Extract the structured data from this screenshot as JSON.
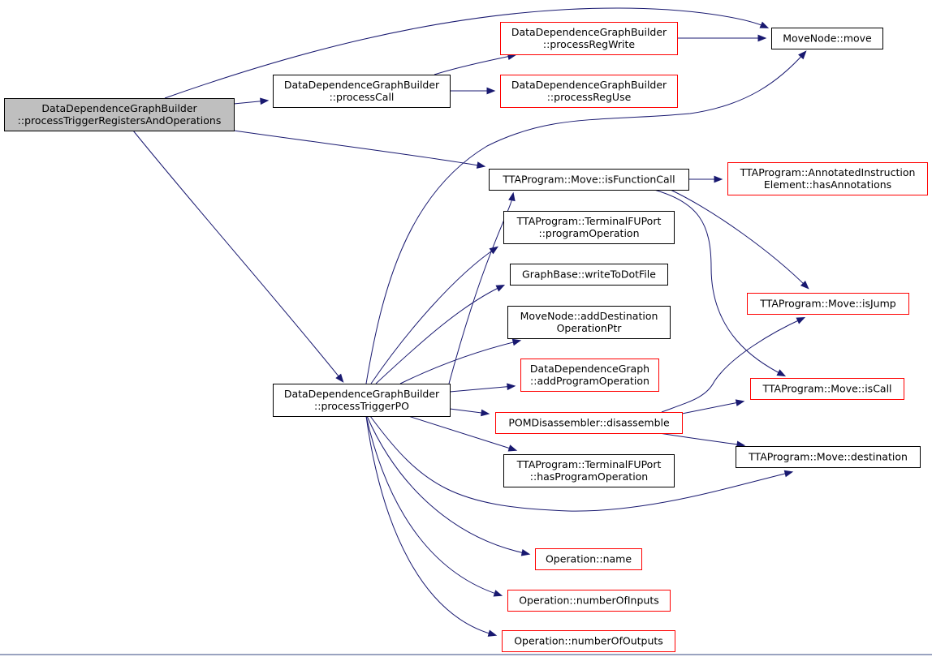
{
  "colors": {
    "edge": "#191970",
    "root_fill": "#bfbfbf",
    "border_black": "#000000",
    "border_red": "#ff0000",
    "background": "#ffffff"
  },
  "nodes": {
    "root": {
      "lines": [
        "DataDependenceGraphBuilder",
        "::processTriggerRegistersAndOperations"
      ],
      "style": "root"
    },
    "processCall": {
      "lines": [
        "DataDependenceGraphBuilder",
        "::processCall"
      ],
      "style": "black"
    },
    "processTriggerPO": {
      "lines": [
        "DataDependenceGraphBuilder",
        "::processTriggerPO"
      ],
      "style": "black"
    },
    "processRegWrite": {
      "lines": [
        "DataDependenceGraphBuilder",
        "::processRegWrite"
      ],
      "style": "red"
    },
    "processRegUse": {
      "lines": [
        "DataDependenceGraphBuilder",
        "::processRegUse"
      ],
      "style": "red"
    },
    "moveNodeMove": {
      "lines": [
        "MoveNode::move"
      ],
      "style": "black"
    },
    "isFunctionCall": {
      "lines": [
        "TTAProgram::Move::isFunctionCall"
      ],
      "style": "black"
    },
    "hasAnnotations": {
      "lines": [
        "TTAProgram::AnnotatedInstruction",
        "Element::hasAnnotations"
      ],
      "style": "red"
    },
    "programOperation": {
      "lines": [
        "TTAProgram::TerminalFUPort",
        "::programOperation"
      ],
      "style": "black"
    },
    "writeToDotFile": {
      "lines": [
        "GraphBase::writeToDotFile"
      ],
      "style": "black"
    },
    "addDestOpPtr": {
      "lines": [
        "MoveNode::addDestination",
        "OperationPtr"
      ],
      "style": "black"
    },
    "addProgramOperation": {
      "lines": [
        "DataDependenceGraph",
        "::addProgramOperation"
      ],
      "style": "red"
    },
    "disassemble": {
      "lines": [
        "POMDisassembler::disassemble"
      ],
      "style": "red"
    },
    "hasProgramOperation": {
      "lines": [
        "TTAProgram::TerminalFUPort",
        "::hasProgramOperation"
      ],
      "style": "black"
    },
    "isJump": {
      "lines": [
        "TTAProgram::Move::isJump"
      ],
      "style": "red"
    },
    "isCall": {
      "lines": [
        "TTAProgram::Move::isCall"
      ],
      "style": "red"
    },
    "destination": {
      "lines": [
        "TTAProgram::Move::destination"
      ],
      "style": "black"
    },
    "opName": {
      "lines": [
        "Operation::name"
      ],
      "style": "red"
    },
    "numberOfInputs": {
      "lines": [
        "Operation::numberOfInputs"
      ],
      "style": "red"
    },
    "numberOfOutputs": {
      "lines": [
        "Operation::numberOfOutputs"
      ],
      "style": "red"
    }
  },
  "edges": [
    [
      "root",
      "moveNodeMove"
    ],
    [
      "root",
      "processCall"
    ],
    [
      "root",
      "isFunctionCall"
    ],
    [
      "root",
      "processTriggerPO"
    ],
    [
      "processCall",
      "processRegWrite"
    ],
    [
      "processCall",
      "processRegUse"
    ],
    [
      "processRegWrite",
      "moveNodeMove"
    ],
    [
      "isFunctionCall",
      "hasAnnotations"
    ],
    [
      "isFunctionCall",
      "isJump"
    ],
    [
      "isFunctionCall",
      "isCall"
    ],
    [
      "processTriggerPO",
      "moveNodeMove"
    ],
    [
      "processTriggerPO",
      "isFunctionCall"
    ],
    [
      "processTriggerPO",
      "programOperation"
    ],
    [
      "processTriggerPO",
      "writeToDotFile"
    ],
    [
      "processTriggerPO",
      "addDestOpPtr"
    ],
    [
      "processTriggerPO",
      "addProgramOperation"
    ],
    [
      "processTriggerPO",
      "disassemble"
    ],
    [
      "processTriggerPO",
      "hasProgramOperation"
    ],
    [
      "processTriggerPO",
      "destination"
    ],
    [
      "processTriggerPO",
      "opName"
    ],
    [
      "processTriggerPO",
      "numberOfInputs"
    ],
    [
      "processTriggerPO",
      "numberOfOutputs"
    ],
    [
      "disassemble",
      "isJump"
    ],
    [
      "disassemble",
      "isCall"
    ],
    [
      "disassemble",
      "destination"
    ]
  ]
}
